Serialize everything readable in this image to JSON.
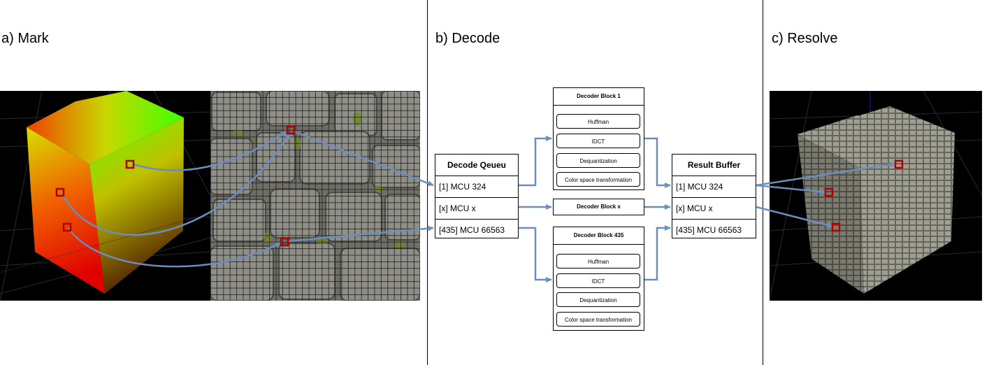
{
  "sections": {
    "mark": "a) Mark",
    "decode": "b) Decode",
    "resolve": "c) Resolve"
  },
  "decode_queue": {
    "title": "Decode Qeueu",
    "rows": [
      "[1] MCU 324",
      "[x] MCU x",
      "[435] MCU 66563"
    ]
  },
  "decoder_block_1": {
    "title": "Decoder Block 1",
    "steps": [
      "Huffman",
      "IDCT",
      "Dequantization",
      "Color space transformation"
    ]
  },
  "decoder_block_x": {
    "title": "Decoder Block x"
  },
  "decoder_block_435": {
    "title": "Decoder Block 435",
    "steps": [
      "Huffman",
      "IDCT",
      "Dequantization",
      "Color space transformation"
    ]
  },
  "result_buffer": {
    "title": "Result Buffer",
    "rows": [
      "[1] MCU 324",
      "[x] MCU x",
      "[435] MCU 66563"
    ]
  },
  "colors": {
    "arrow": "#6c8ebf",
    "marker": "#b20000",
    "divider": "#000000"
  }
}
